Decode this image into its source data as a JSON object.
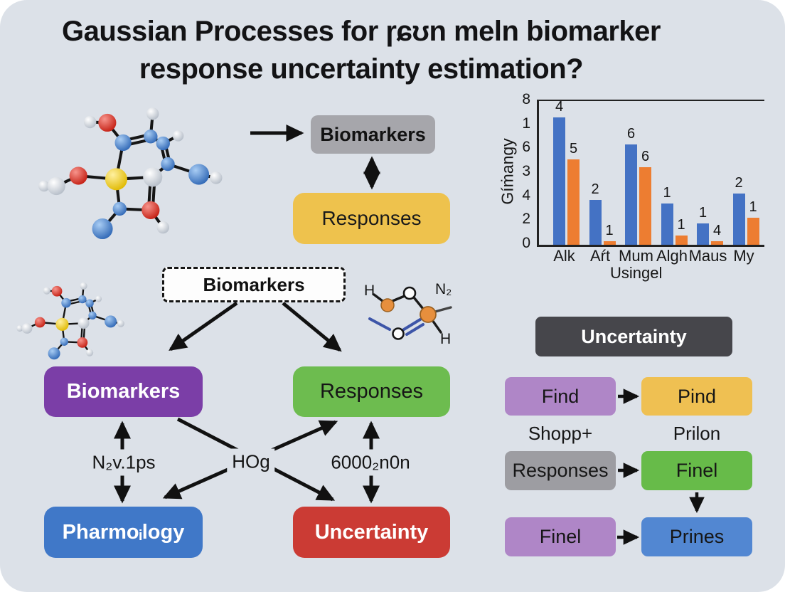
{
  "title": {
    "line1": "Gaussian Processes for ɼɕʊn meln biomarker",
    "line2": "response uncertainty estimation?"
  },
  "top_flow": {
    "biomarkers": "Biomarkers",
    "responses": "Responses"
  },
  "mid_flow": {
    "dashed_label": "Biomarkers"
  },
  "chem_structure": {
    "h_top": "H",
    "n2": "N₂",
    "h_bottom": "H"
  },
  "main_flow": {
    "biomarkers": "Biomarkers",
    "responses": "Responses",
    "pharmology": "Pharmoᵢlogy",
    "uncertainty": "Uncertainty",
    "edge_left": "N₂v.1ps",
    "edge_center": "HOg",
    "edge_right": "6000₂n0n"
  },
  "right_panel": {
    "header": "Uncertainty",
    "rows": [
      {
        "left": "Find",
        "right": "Pind"
      },
      {
        "left": "Responses",
        "right": "Finel"
      },
      {
        "left": "Finel",
        "right": "Prines"
      }
    ],
    "sublabels": {
      "left": "Shopp+",
      "right": "Prilon"
    }
  },
  "chart_data": {
    "type": "bar",
    "title": "",
    "ylabel": "Gíṁangy",
    "xlabel": "Usingel",
    "categories": [
      "Alk",
      "Aŕt",
      "Mum",
      "Algh",
      "Maus",
      "My"
    ],
    "ytick_labels": [
      "8",
      "1",
      "6",
      "3",
      "4",
      "2",
      "0"
    ],
    "ylim": [
      0,
      8
    ],
    "axis_max": 8,
    "grid": false,
    "legend": "none",
    "series": [
      {
        "name": "blue",
        "color": "#4472c4",
        "values": [
          7.1,
          2.5,
          5.6,
          2.3,
          1.2,
          2.85
        ],
        "labels": [
          "4",
          "2",
          "6",
          "1",
          "1",
          "2"
        ]
      },
      {
        "name": "orange",
        "color": "#ed7d31",
        "values": [
          4.75,
          0.2,
          4.3,
          0.5,
          0.2,
          1.5
        ],
        "labels": [
          "5",
          "1",
          "6",
          "1",
          "4",
          "1"
        ]
      }
    ]
  },
  "colors": {
    "panel_bg": "#dce1e8",
    "purple_box": "#7b3ea7",
    "green_box": "#6dbc4f",
    "blue_box": "#4078c8",
    "red_box": "#cb3b34",
    "yellow_box": "#eec24d",
    "gray_box": "#a6a6ab",
    "dark_header": "#46464b",
    "light_purple_box": "#af86c7",
    "bar_blue": "#4472c4",
    "bar_orange": "#ed7d31"
  }
}
